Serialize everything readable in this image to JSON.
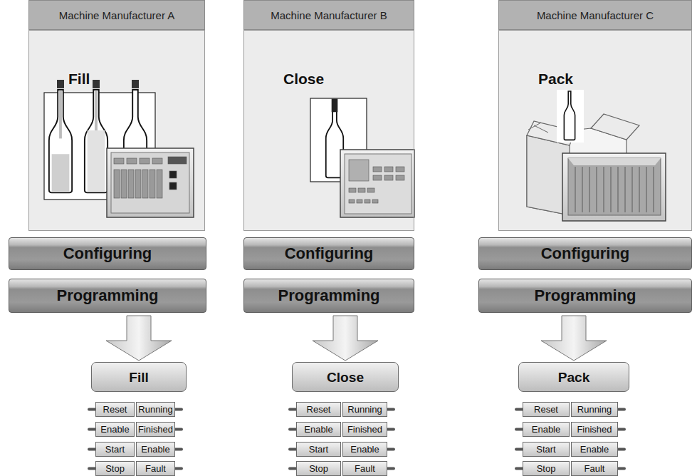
{
  "diagram": {
    "nodes": [
      {
        "text": [
          "Machine Manufacturer A"
        ]
      },
      {
        "text": [
          "Fill"
        ]
      },
      {
        "text": [
          "Configuring"
        ]
      },
      {
        "text": [
          "Programming"
        ]
      },
      {
        "text": [
          "Fill"
        ]
      },
      {
        "text": [
          "Reset"
        ],
        "in": 4
      },
      {
        "text": [
          "Running"
        ],
        "in": 4
      },
      {
        "text": [
          "Enable"
        ],
        "in": 4
      },
      {
        "text": [
          "Finished"
        ],
        "in": 4
      },
      {
        "text": [
          "Start"
        ],
        "in": 4
      },
      {
        "text": [
          "Enable"
        ],
        "in": 4
      },
      {
        "text": [
          "Stop"
        ],
        "in": 4
      },
      {
        "text": [
          "Fault"
        ],
        "in": 4
      },
      {
        "text": [
          "Machine Manufacturer B"
        ]
      },
      {
        "text": [
          "Close"
        ]
      },
      {
        "text": [
          "Configuring"
        ]
      },
      {
        "text": [
          "Programming"
        ]
      },
      {
        "text": [
          "Close"
        ]
      },
      {
        "text": [
          "Reset"
        ],
        "in": 17
      },
      {
        "text": [
          "Running"
        ],
        "in": 17
      },
      {
        "text": [
          "Enable"
        ],
        "in": 17
      },
      {
        "text": [
          "Finished"
        ],
        "in": 17
      },
      {
        "text": [
          "Start"
        ],
        "in": 17
      },
      {
        "text": [
          "Enable"
        ],
        "in": 17
      },
      {
        "text": [
          "Stop"
        ],
        "in": 17
      },
      {
        "text": [
          "Fault"
        ],
        "in": 17
      },
      {
        "text": [
          "Machine Manufacturer C"
        ]
      },
      {
        "text": [
          "Pack"
        ]
      },
      {
        "text": [
          "Configuring"
        ]
      },
      {
        "text": [
          "Programming"
        ]
      },
      {
        "text": [
          "Pack"
        ]
      },
      {
        "text": [
          "Reset"
        ],
        "in": 30
      },
      {
        "text": [
          "Running"
        ],
        "in": 30
      },
      {
        "text": [
          "Enable"
        ],
        "in": 30
      },
      {
        "text": [
          "Finished"
        ],
        "in": 30
      },
      {
        "text": [
          "Start"
        ],
        "in": 30
      },
      {
        "text": [
          "Enable"
        ],
        "in": 30
      },
      {
        "text": [
          "Stop"
        ],
        "in": 30
      },
      {
        "text": [
          "Fault"
        ],
        "in": 30
      }
    ],
    "edges": [
      {
        "from": 3,
        "to": 4,
        "arrow": "to"
      },
      {
        "from": 16,
        "to": 17,
        "arrow": "to"
      },
      {
        "from": 29,
        "to": 30,
        "arrow": "to"
      }
    ]
  }
}
